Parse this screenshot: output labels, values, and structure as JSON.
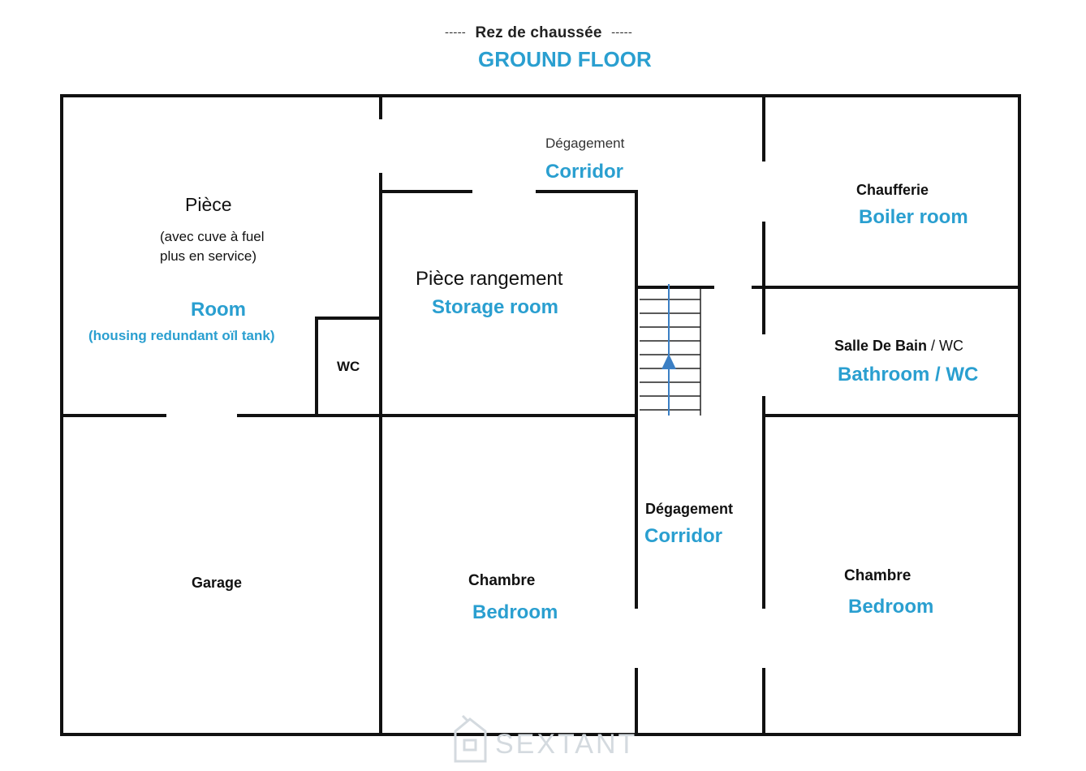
{
  "header": {
    "dashes_left": "-----",
    "title_fr": "Rez de chaussée",
    "dashes_right": "-----",
    "title_en": "GROUND FLOOR"
  },
  "rooms": {
    "piece": {
      "fr": "Pièce",
      "fr_note_1": "(avec cuve à fuel",
      "fr_note_2": "plus en service)",
      "en": "Room",
      "en_note": "(housing redundant oïl tank)"
    },
    "wc": {
      "fr": "WC"
    },
    "corridor_top": {
      "fr": "Dégagement",
      "en": "Corridor"
    },
    "storage": {
      "fr": "Pièce rangement",
      "en": "Storage room"
    },
    "boiler": {
      "fr": "Chaufferie",
      "en": "Boiler room"
    },
    "bathroom": {
      "fr_a": "Salle De Bain",
      "fr_b": " / WC",
      "en": "Bathroom / WC"
    },
    "garage": {
      "fr": "Garage"
    },
    "bedroom_left": {
      "fr": "Chambre",
      "en": "Bedroom"
    },
    "corridor_mid": {
      "fr": "Dégagement",
      "en": "Corridor"
    },
    "bedroom_right": {
      "fr": "Chambre",
      "en": "Bedroom"
    }
  },
  "watermark": {
    "text": "SEXTANT",
    "icon": "house-logo-icon"
  },
  "colors": {
    "wall": "#111111",
    "english_label": "#2a9fd0",
    "stair_arrow": "#3b7fc4"
  }
}
